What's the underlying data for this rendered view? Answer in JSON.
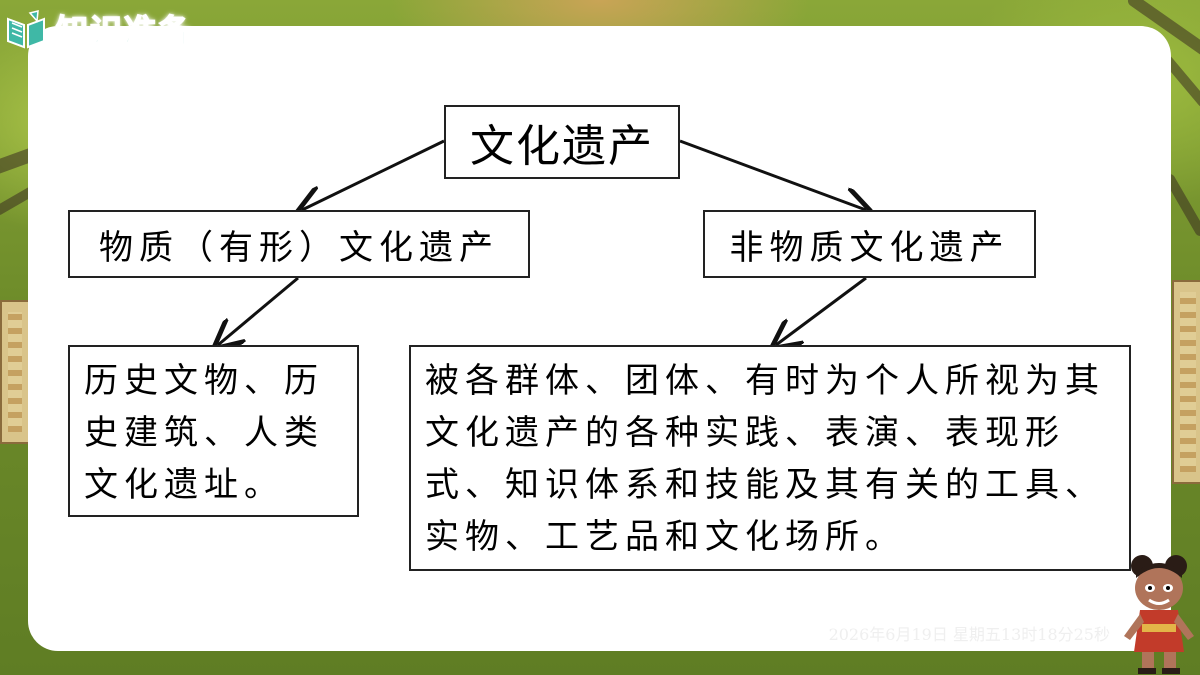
{
  "header": {
    "title": "知识准备",
    "icon": "book-icon",
    "accent_color": "#3fb8a6"
  },
  "diagram": {
    "root": "文化遗产",
    "branches": [
      {
        "label": "物质（有形）文化遗产",
        "description": "历史文物、历史建筑、人类文化遗址。"
      },
      {
        "label": "非物质文化遗产",
        "description": "被各群体、团体、有时为个人所视为其文化遗产的各种实践、表演、表现形式、知识体系和技能及其有关的工具、实物、工艺品和文化场所。"
      }
    ]
  },
  "footer": {
    "timestamp": "2026年6月19日 星期五13时18分25秒"
  },
  "mascot": {
    "icon": "cartoon-character-icon"
  }
}
